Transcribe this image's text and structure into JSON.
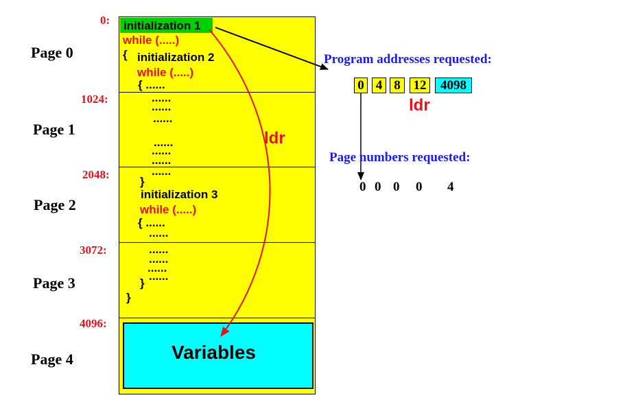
{
  "memory": {
    "address_labels": [
      "0:",
      "1024:",
      "2048:",
      "3072:",
      "4096:"
    ],
    "page_labels": [
      "Page 0",
      "Page 1",
      "Page 2",
      "Page 3",
      "Page 4"
    ],
    "variables_label": "Variables",
    "code_lines": [
      "initialization 1",
      "while (.....)",
      "{",
      "initialization 2",
      "while (.....)",
      "{ ......",
      "......",
      "......",
      "......",
      "......",
      "......",
      "......",
      "......",
      "}",
      "initialization 3",
      "while (.....)",
      "{ ......",
      "......",
      "......",
      "......",
      "......",
      "......",
      "}",
      "}"
    ]
  },
  "arrow_label": "ldr",
  "addresses": {
    "heading": "Program addresses requested:",
    "values": [
      "0",
      "4",
      "8",
      "12",
      "4098"
    ],
    "ldr_label": "ldr"
  },
  "pages": {
    "heading": "Page numbers requested:",
    "values": [
      "0",
      "0",
      "0",
      "0",
      "4"
    ]
  },
  "colors": {
    "memory_fill": "#ffff00",
    "init_highlight": "#00d000",
    "variables_fill": "#00ffff",
    "address_text": "#e8101a",
    "heading_text": "#1a1aff",
    "arrow_red": "#e8101a"
  }
}
